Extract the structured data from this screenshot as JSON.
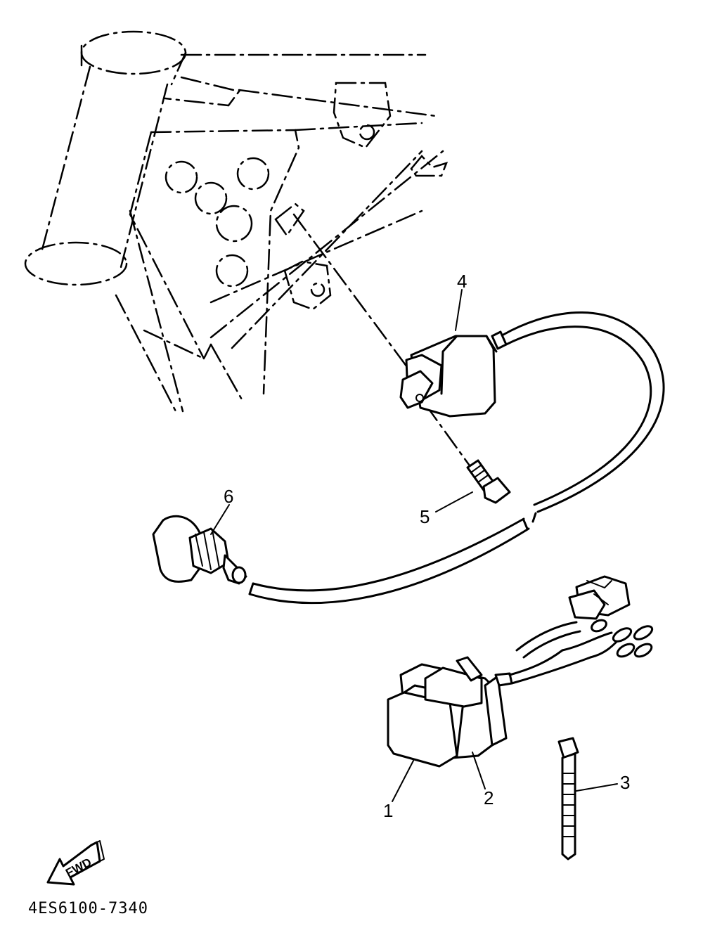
{
  "callouts": {
    "part_1": "1",
    "part_2": "2",
    "part_3": "3",
    "part_4": "4",
    "part_5": "5",
    "part_6": "6"
  },
  "direction_label": "FWD",
  "drawing_code": "4ES6100-7340"
}
